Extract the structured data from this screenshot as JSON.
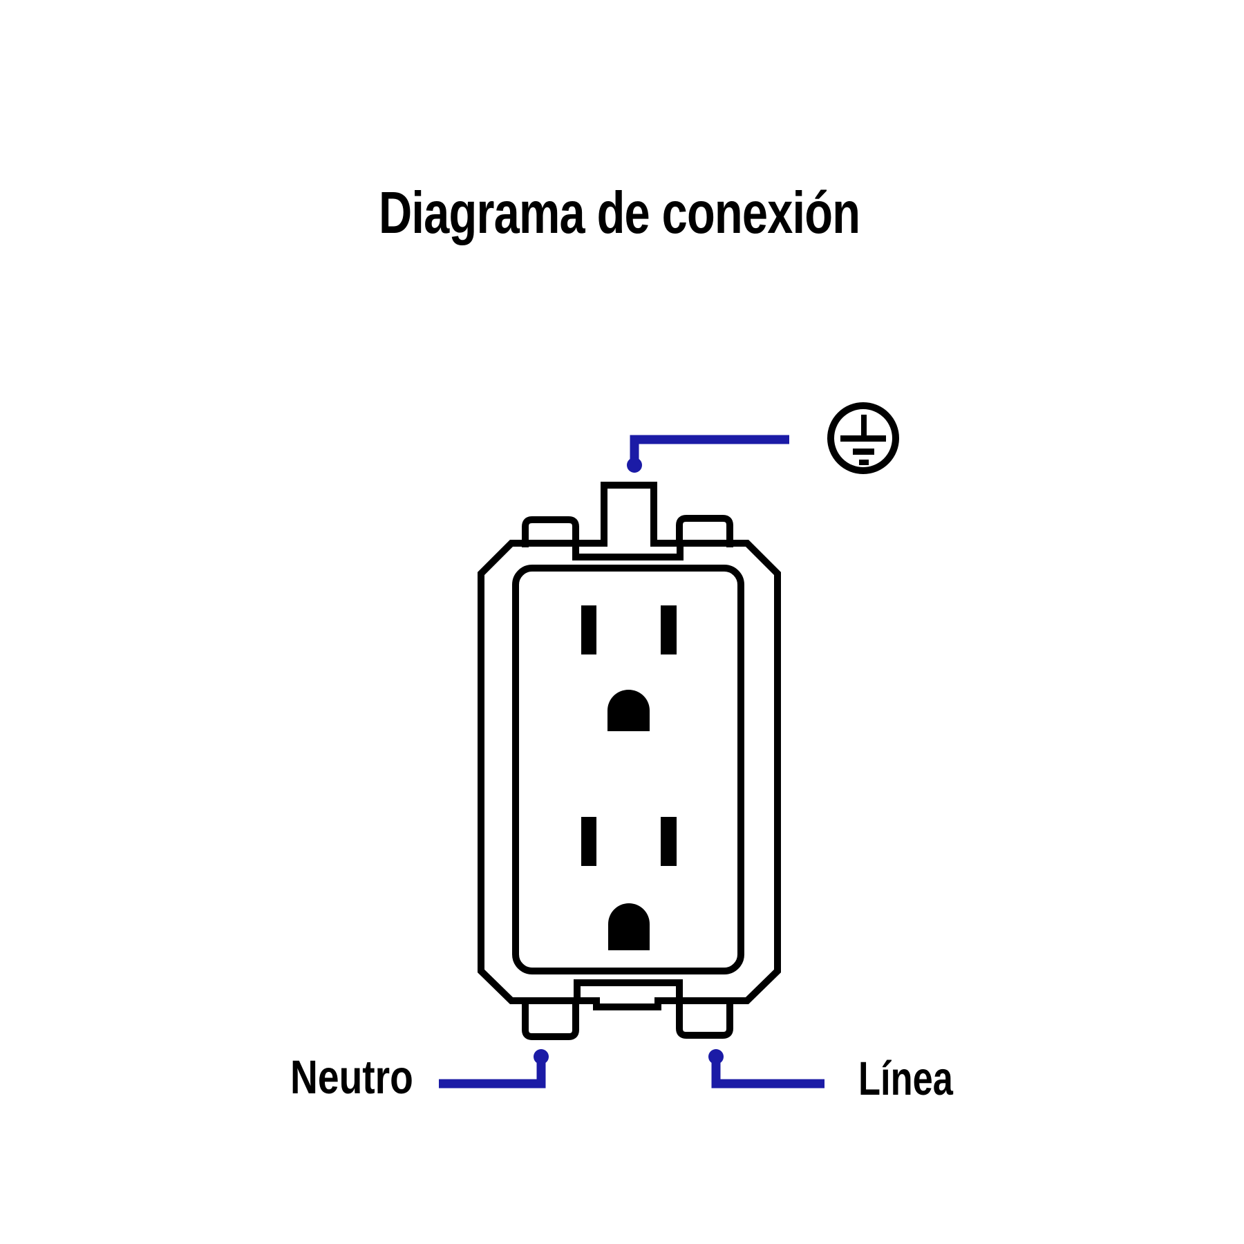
{
  "title": "Diagrama de conexión",
  "terminals": {
    "neutral_label": "Neutro",
    "line_label": "Línea"
  },
  "colors": {
    "wire_blue": "#1b1ba6",
    "outline_black": "#000000",
    "background": "#ffffff"
  },
  "icons": {
    "ground_symbol": "protective-earth-ground-icon"
  }
}
